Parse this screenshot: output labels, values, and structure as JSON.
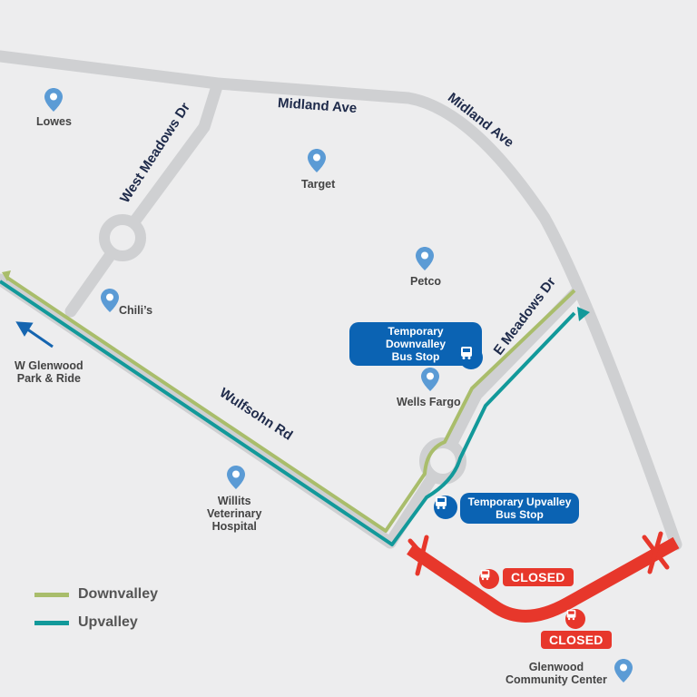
{
  "streets": {
    "west_meadows_dr": "West Meadows Dr",
    "midland_ave_1": "Midland Ave",
    "midland_ave_2": "Midland Ave",
    "e_meadows_dr": "E Meadows Dr",
    "wulfsohn_rd": "Wulfsohn  Rd"
  },
  "places": {
    "lowes": "Lowes",
    "target": "Target",
    "petco": "Petco",
    "chilis": "Chili’s",
    "wells_fargo": "Wells Fargo",
    "willits": "Willits\nVeterinary\nHospital",
    "glenwood": "Glenwood\nCommunity Center",
    "w_glenwood": "W Glenwood\nPark & Ride"
  },
  "stops": {
    "downvalley": "Temporary Downvalley\nBus Stop",
    "upvalley": "Temporary Upvalley\nBus Stop"
  },
  "closures": {
    "label_1": "CLOSED",
    "label_2": "CLOSED"
  },
  "legend": {
    "downvalley": {
      "label": "Downvalley",
      "color": "#a9bd6b"
    },
    "upvalley": {
      "label": "Upvalley",
      "color": "#12999a"
    }
  },
  "colors": {
    "road": "#cfd0d2",
    "closed": "#e7372b",
    "stop": "#0b63b3",
    "pin": "#5b9bd5",
    "arrow": "#1565b0"
  },
  "icons": [
    "map-pin-icon",
    "bus-icon",
    "closure-x-icon",
    "arrow-icon"
  ]
}
